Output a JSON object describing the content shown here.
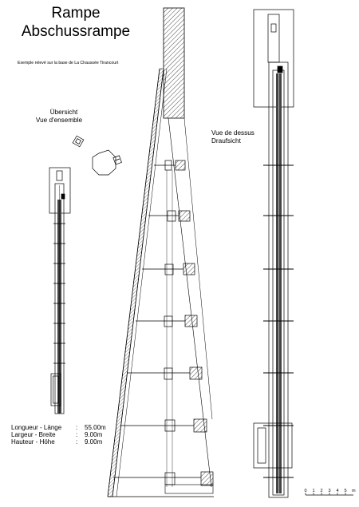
{
  "title": {
    "line1": "Rampe",
    "line2": "Abschussrampe"
  },
  "subtitle": "Exemple relevé sur la base de La Chaussée Tirancourt",
  "views": {
    "overview": {
      "line1": "Übersicht",
      "line2": "Vue d'ensemble"
    },
    "top": {
      "line1": "Vue de dessus",
      "line2": "Draufsicht"
    }
  },
  "dimensions": [
    {
      "label": "Longueur - Länge",
      "sep": ":",
      "value": "55.00m"
    },
    {
      "label": "Largeur - Breite",
      "sep": ":",
      "value": "9.00m"
    },
    {
      "label": "Hauteur - Höhe",
      "sep": ":",
      "value": "9.00m"
    }
  ],
  "scale_bar": {
    "ticks": [
      "0",
      "1",
      "2",
      "3",
      "4",
      "5"
    ],
    "unit": "m"
  },
  "colors": {
    "line": "#000000",
    "hatch": "#000000",
    "rail_fill": "#444444",
    "paper": "#ffffff"
  }
}
